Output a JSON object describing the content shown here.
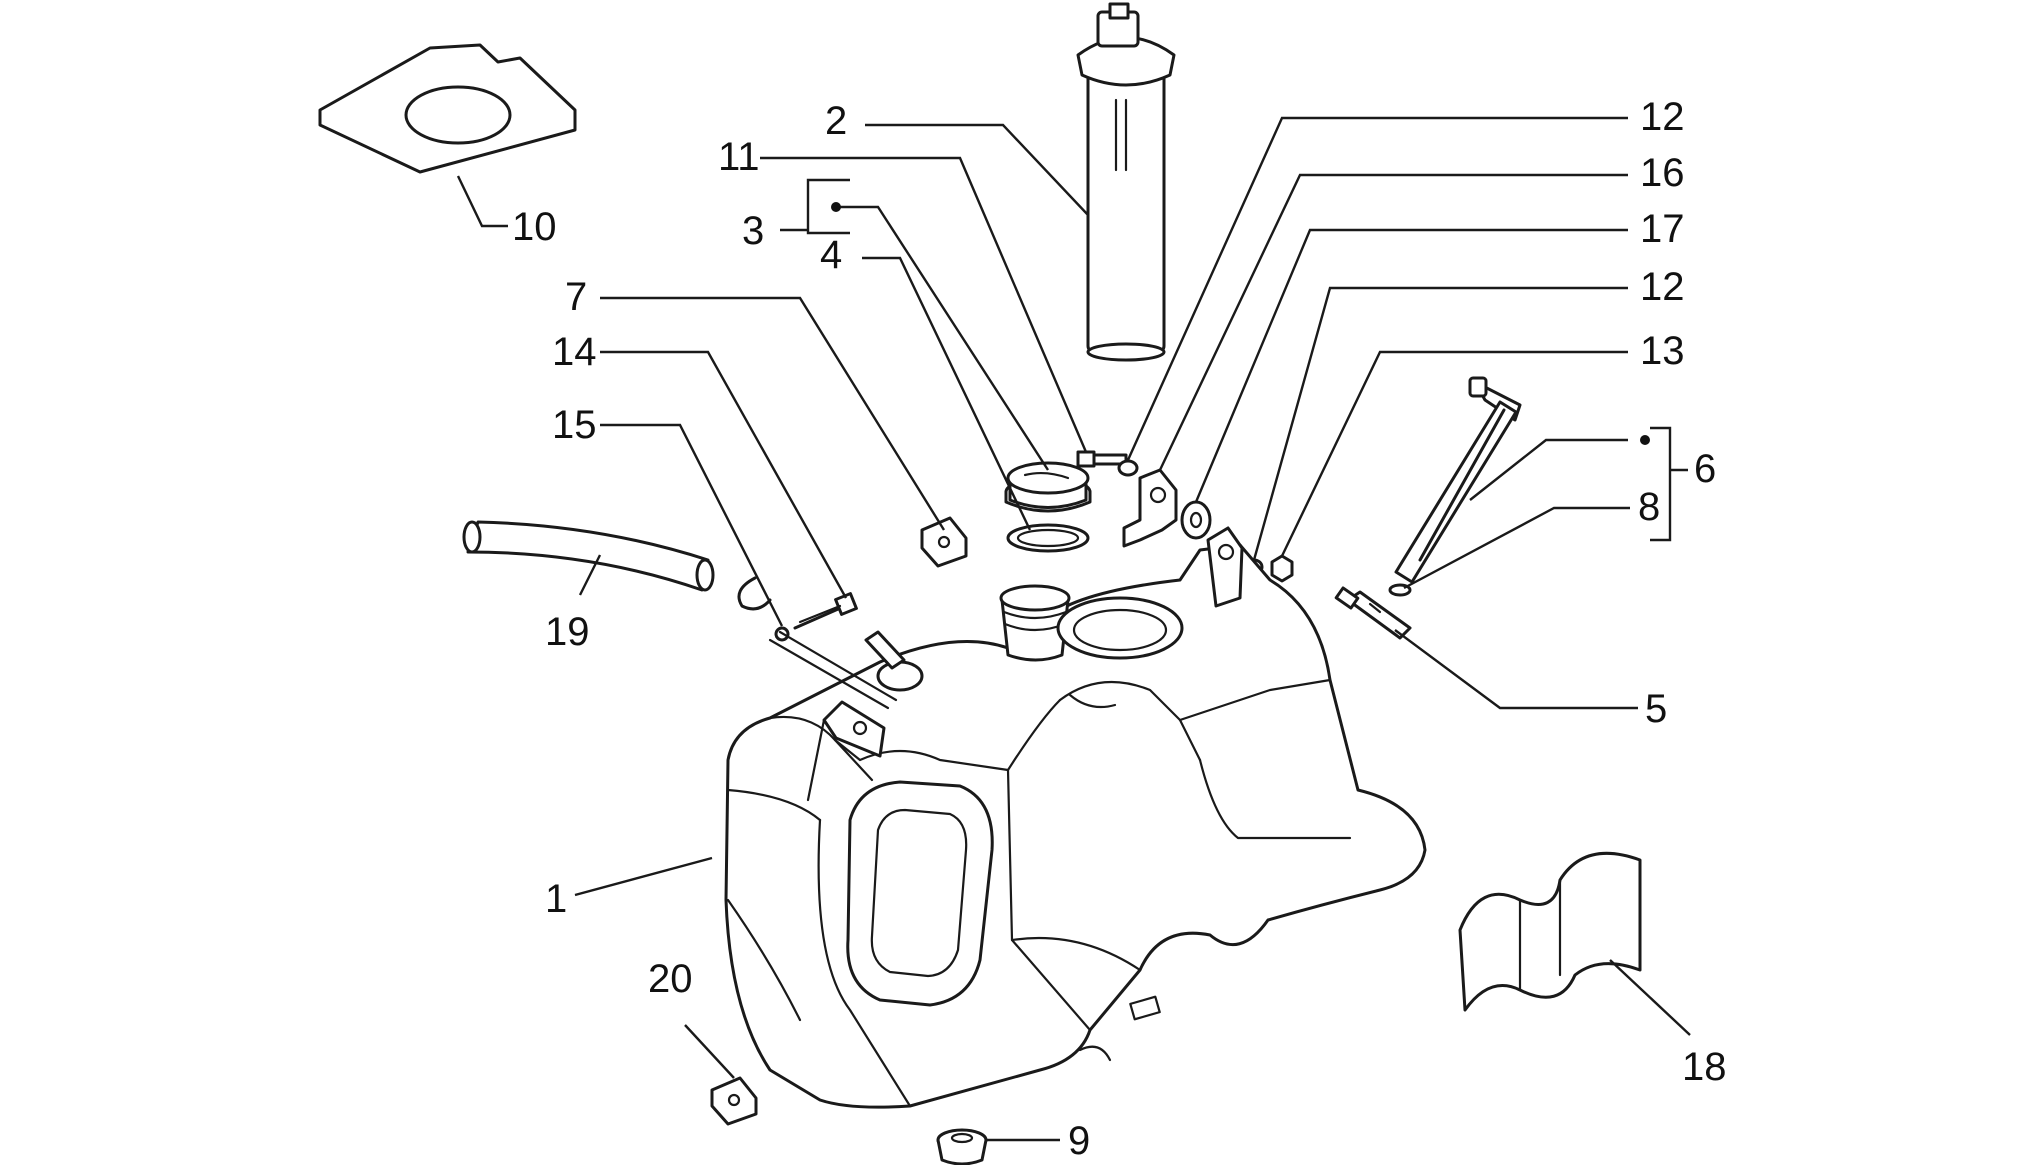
{
  "diagram": {
    "callouts": {
      "c1": "1",
      "c2": "2",
      "c3": "3",
      "c4": "4",
      "c5": "5",
      "c6": "6",
      "c7": "7",
      "c8": "8",
      "c9": "9",
      "c10": "10",
      "c11": "11",
      "c12a": "12",
      "c12b": "12",
      "c13": "13",
      "c14": "14",
      "c15": "15",
      "c16": "16",
      "c17": "17",
      "c18": "18",
      "c19": "19",
      "c20": "20"
    }
  }
}
